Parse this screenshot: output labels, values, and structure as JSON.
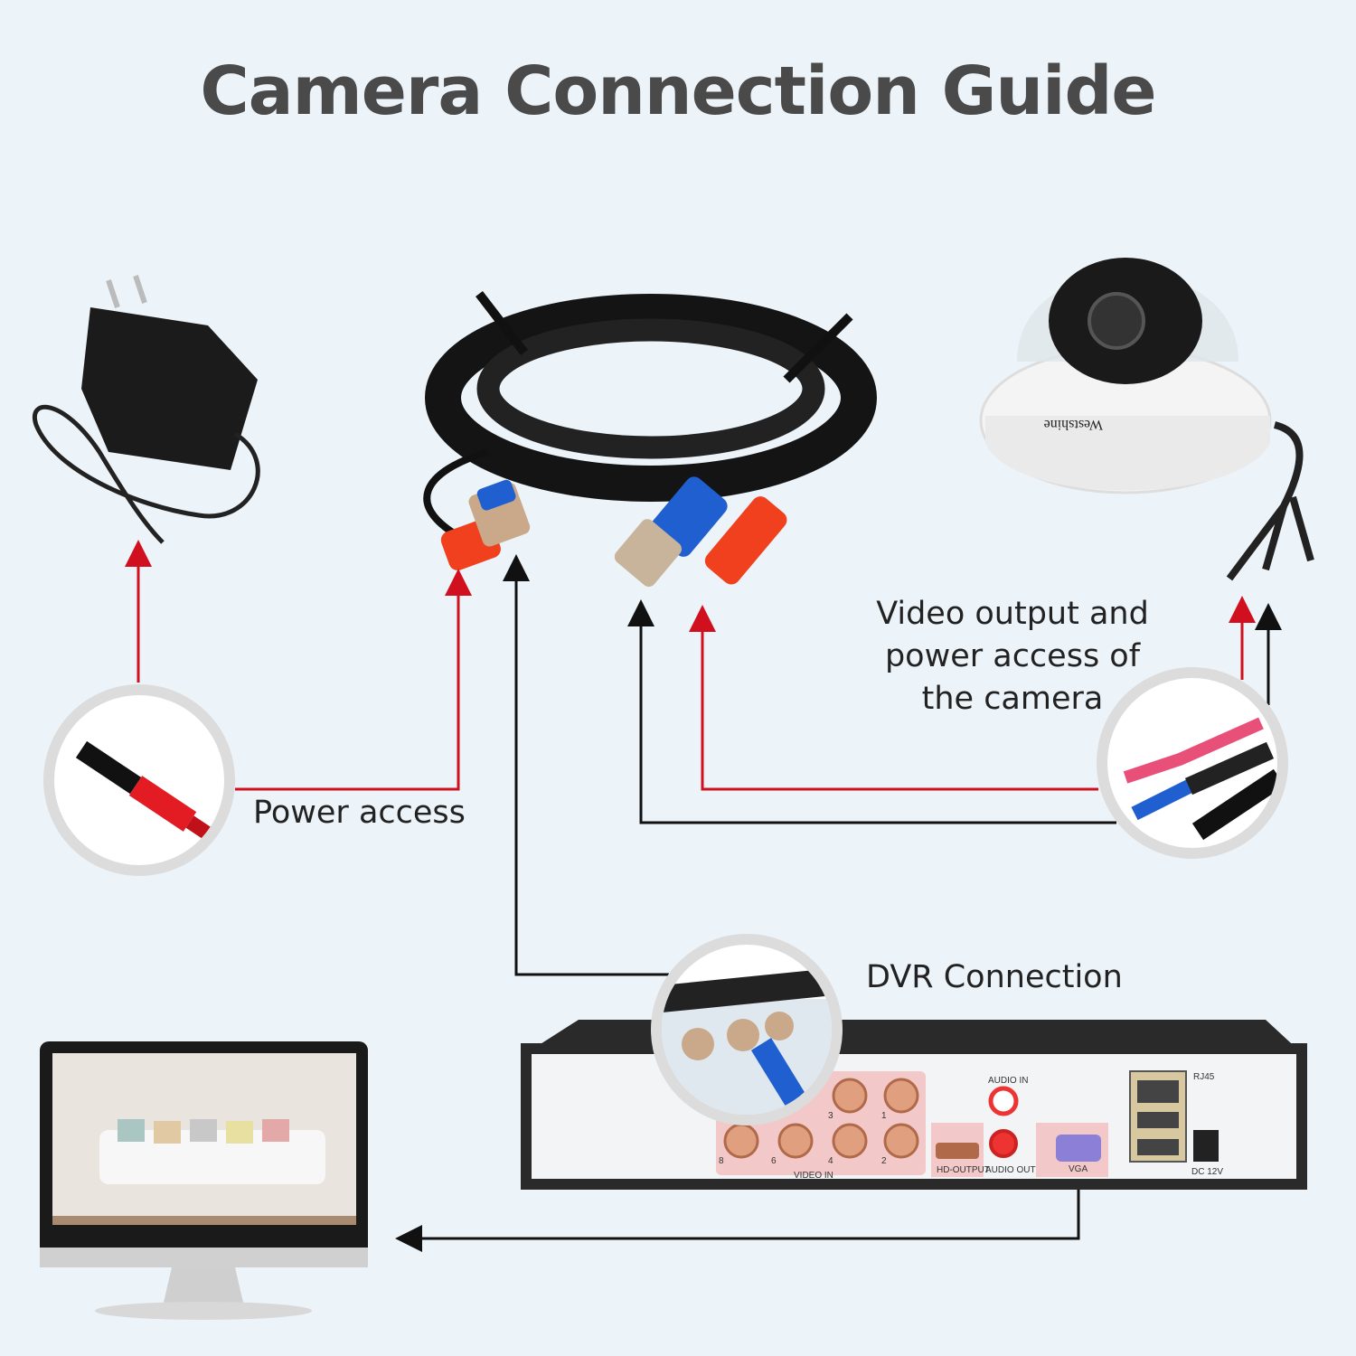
{
  "title": "Camera Connection Guide",
  "labels": {
    "power_access": "Power access",
    "video_output_lines": [
      "Video output and",
      "power access of",
      "the camera"
    ],
    "dvr_connection": "DVR Connection"
  },
  "camera_brand": "Westshine",
  "dvr_ports": {
    "video_in": "VIDEO IN",
    "channels": [
      "3",
      "1",
      "8",
      "6",
      "4",
      "2"
    ],
    "hd_output": "HD-OUTPUT",
    "audio_in": "AUDIO IN",
    "audio_out": "AUDIO OUT",
    "vga": "VGA",
    "rj45": "RJ45",
    "dc": "DC 12V"
  },
  "colors": {
    "background": "#edf4f9",
    "power_line": "#d0101e",
    "video_line": "#111111",
    "title": "#4a4a4a",
    "bnc_blue": "#1f5fd0",
    "power_red": "#f0401e"
  }
}
